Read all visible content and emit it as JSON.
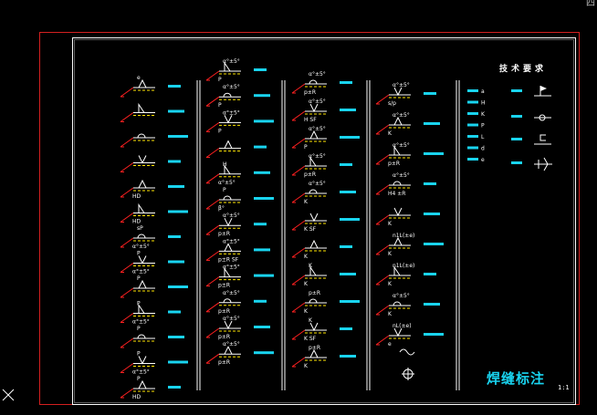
{
  "window": {
    "corner_glyph": "四"
  },
  "drawing": {
    "title": "焊缝标注",
    "tech_heading": "技术要求",
    "sheet_number": "1:1",
    "columns": [
      {
        "id": "col1",
        "rows": [
          {
            "top": "e",
            "bottom": ""
          },
          {
            "top": "",
            "bottom": ""
          },
          {
            "top": "",
            "bottom": ""
          },
          {
            "top": "",
            "bottom": ""
          },
          {
            "top": "",
            "bottom": "HD"
          },
          {
            "top": "",
            "bottom": "HD"
          },
          {
            "top": "sP",
            "bottom": "α°±5°"
          },
          {
            "top": "P",
            "bottom": "α°±5°"
          },
          {
            "top": "P",
            "bottom": ""
          },
          {
            "top": "P",
            "bottom": "α°±5°"
          },
          {
            "top": "P",
            "bottom": ""
          },
          {
            "top": "P",
            "bottom": "α°±5°"
          },
          {
            "top": "P",
            "bottom": "HD"
          }
        ]
      },
      {
        "id": "col2",
        "rows": [
          {
            "top": "α°±5°",
            "bottom": "P"
          },
          {
            "top": "α°±5°",
            "bottom": "P"
          },
          {
            "top": "α°±5°",
            "bottom": "P"
          },
          {
            "top": "",
            "bottom": ""
          },
          {
            "top": "H",
            "bottom": "α°±5°"
          },
          {
            "top": "P",
            "bottom": "β°"
          },
          {
            "top": "α°±5°",
            "bottom": "p±R"
          },
          {
            "top": "α°±5°",
            "bottom": "p±R SF"
          },
          {
            "top": "α°±5°",
            "bottom": "p±R"
          },
          {
            "top": "α°±5°",
            "bottom": "p±R"
          },
          {
            "top": "α°±5°",
            "bottom": "p±R"
          },
          {
            "top": "α°±5°",
            "bottom": "p±R"
          }
        ]
      },
      {
        "id": "col3",
        "rows": [
          {
            "top": "α°±5°",
            "bottom": "p±R"
          },
          {
            "top": "α°±5°",
            "bottom": "H SF"
          },
          {
            "top": "α°±5°",
            "bottom": "P"
          },
          {
            "top": "α°±5°",
            "bottom": "p±R"
          },
          {
            "top": "α°±5°",
            "bottom": "K"
          },
          {
            "top": "",
            "bottom": "K SF"
          },
          {
            "top": "",
            "bottom": "K"
          },
          {
            "top": "K",
            "bottom": "K"
          },
          {
            "top": "p±R",
            "bottom": "K"
          },
          {
            "top": "K",
            "bottom": "K SF"
          },
          {
            "top": "p±R",
            "bottom": "K"
          }
        ]
      },
      {
        "id": "col4",
        "rows": [
          {
            "top": "α°±5°",
            "bottom": "s/p"
          },
          {
            "top": "α°±5°",
            "bottom": "K"
          },
          {
            "top": "α°±5°",
            "bottom": "p±R"
          },
          {
            "top": "α°±5°",
            "bottom": "H4 ±R"
          },
          {
            "top": "",
            "bottom": "K"
          },
          {
            "top": "n1L(±e)",
            "bottom": "K"
          },
          {
            "top": "n1L(±e)",
            "bottom": "K"
          },
          {
            "top": "α°±5°",
            "bottom": "K"
          },
          {
            "top": "nL(±e)",
            "bottom": "e"
          }
        ]
      }
    ],
    "legend_codes": [
      "a",
      "H",
      "K",
      "P",
      "L",
      "d",
      "e"
    ],
    "legend_symbols": [
      "flag",
      "circle",
      "bracket",
      "staple"
    ]
  }
}
